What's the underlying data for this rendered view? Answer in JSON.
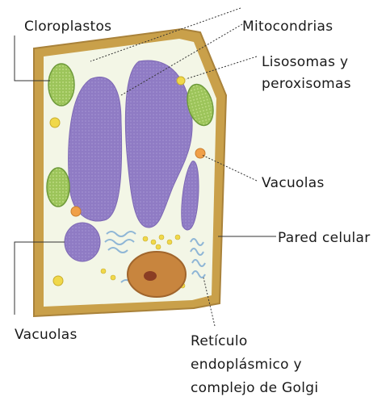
{
  "labels": {
    "cloroplastos": "Cloroplastos",
    "mitocondrias": "Mitocondrias",
    "lisosomas_line1": "Lisosomas y",
    "lisosomas_line2": "peroxisomas",
    "vacuolas_right": "Vacuolas",
    "pared_celular": "Pared celular",
    "vacuolas_left": "Vacuolas",
    "reticulo_line1": "Retículo",
    "reticulo_line2": "endoplásmico y",
    "reticulo_line3": "complejo de Golgi"
  },
  "colors": {
    "cell_wall": "#c9a04a",
    "cytoplasm": "#f3f6e6",
    "vacuole": "#8f7bc4",
    "chloroplast": "#9cc45a",
    "nucleus": "#c8853e",
    "nucleolus": "#8a3d23",
    "er_golgi": "#8fb6d6",
    "granule": "#f0d84a",
    "leader_line": "#333333"
  }
}
